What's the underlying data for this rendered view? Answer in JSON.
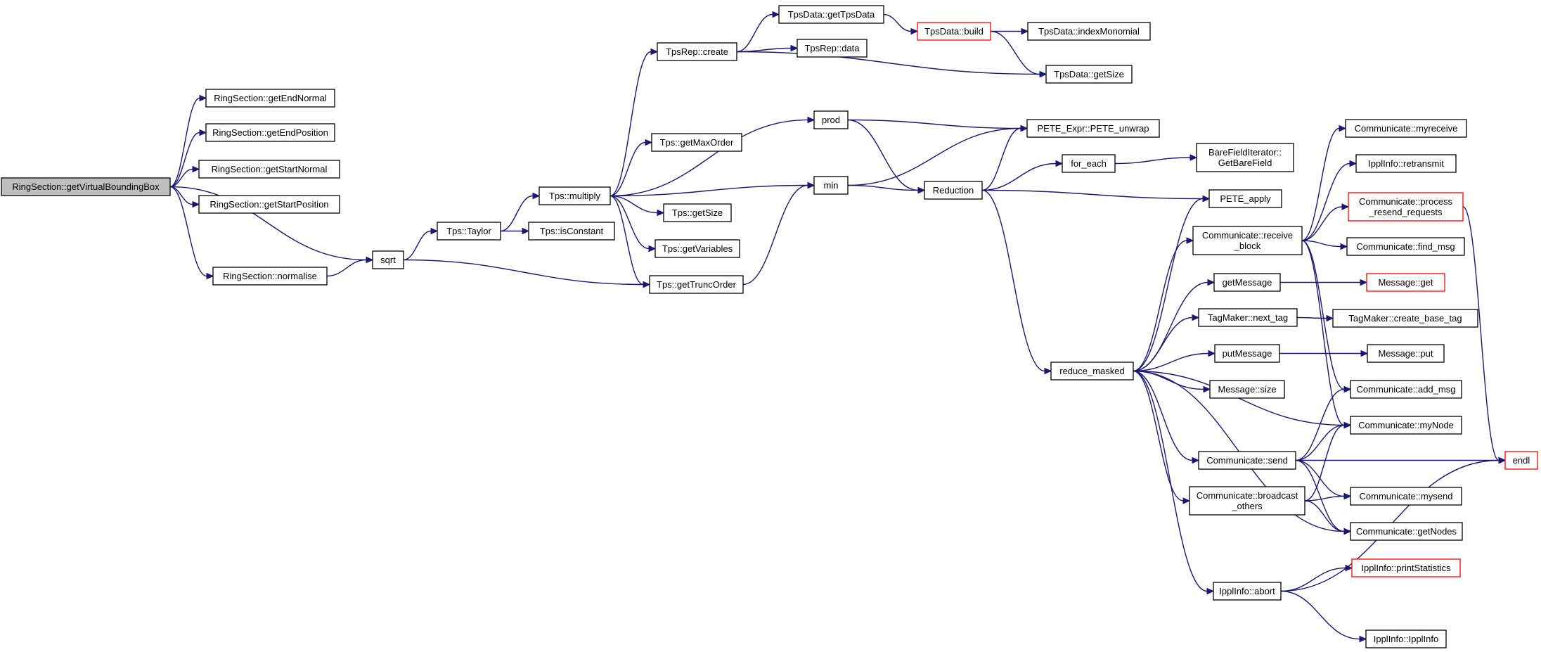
{
  "graph": {
    "colors": {
      "edge": "#191970",
      "node_border": "#000000",
      "truncated_border": "#ff0000",
      "root_fill": "#bfbfbf",
      "node_fill": "#ffffff"
    },
    "nodes": {
      "n1": {
        "lines": [
          "RingSection::getVirtualBoundingBox"
        ],
        "root": true
      },
      "n2": {
        "lines": [
          "RingSection::getEndNormal"
        ]
      },
      "n3": {
        "lines": [
          "RingSection::getEndPosition"
        ]
      },
      "n4": {
        "lines": [
          "RingSection::getStartNormal"
        ]
      },
      "n5": {
        "lines": [
          "RingSection::getStartPosition"
        ]
      },
      "n6": {
        "lines": [
          "RingSection::normalise"
        ]
      },
      "n7": {
        "lines": [
          "sqrt"
        ]
      },
      "n8": {
        "lines": [
          "Tps::Taylor"
        ]
      },
      "n9": {
        "lines": [
          "Tps::multiply"
        ]
      },
      "n10": {
        "lines": [
          "Tps::isConstant"
        ]
      },
      "n11": {
        "lines": [
          "TpsRep::create"
        ]
      },
      "n12": {
        "lines": [
          "Tps::getMaxOrder"
        ]
      },
      "n13": {
        "lines": [
          "Tps::getSize"
        ]
      },
      "n14": {
        "lines": [
          "Tps::getVariables"
        ]
      },
      "n15": {
        "lines": [
          "Tps::getTruncOrder"
        ]
      },
      "n16": {
        "lines": [
          "TpsData::getTpsData"
        ]
      },
      "n17": {
        "lines": [
          "TpsRep::data"
        ]
      },
      "n18": {
        "lines": [
          "TpsData::build"
        ],
        "truncated": true
      },
      "n19": {
        "lines": [
          "TpsData::indexMonomial"
        ]
      },
      "n20": {
        "lines": [
          "TpsData::getSize"
        ]
      },
      "n21": {
        "lines": [
          "prod"
        ]
      },
      "n22": {
        "lines": [
          "min"
        ]
      },
      "n23": {
        "lines": [
          "Reduction"
        ]
      },
      "n24": {
        "lines": [
          "PETE_Expr::PETE_unwrap"
        ]
      },
      "n25": {
        "lines": [
          "for_each"
        ]
      },
      "n26": {
        "lines": [
          "BareFieldIterator::",
          "GetBareField"
        ]
      },
      "n27": {
        "lines": [
          "PETE_apply"
        ]
      },
      "n28": {
        "lines": [
          "reduce_masked"
        ]
      },
      "n29": {
        "lines": [
          "Communicate::receive",
          "_block"
        ]
      },
      "n30": {
        "lines": [
          "getMessage"
        ]
      },
      "n31": {
        "lines": [
          "TagMaker::next_tag"
        ]
      },
      "n32": {
        "lines": [
          "putMessage"
        ]
      },
      "n33": {
        "lines": [
          "Message::size"
        ]
      },
      "n34": {
        "lines": [
          "Communicate::send"
        ]
      },
      "n35": {
        "lines": [
          "Communicate::broadcast",
          "_others"
        ]
      },
      "n36": {
        "lines": [
          "IpplInfo::abort"
        ]
      },
      "n37": {
        "lines": [
          "Communicate::myreceive"
        ]
      },
      "n38": {
        "lines": [
          "IpplInfo::retransmit"
        ]
      },
      "n39": {
        "lines": [
          "Communicate::process",
          "_resend_requests"
        ],
        "truncated": true
      },
      "n40": {
        "lines": [
          "Communicate::find_msg"
        ]
      },
      "n41": {
        "lines": [
          "Message::get"
        ],
        "truncated": true
      },
      "n42": {
        "lines": [
          "TagMaker::create_base_tag"
        ]
      },
      "n43": {
        "lines": [
          "Message::put"
        ]
      },
      "n44": {
        "lines": [
          "Communicate::add_msg"
        ]
      },
      "n45": {
        "lines": [
          "Communicate::myNode"
        ]
      },
      "n46": {
        "lines": [
          "endl"
        ],
        "truncated": true
      },
      "n47": {
        "lines": [
          "Communicate::mysend"
        ]
      },
      "n48": {
        "lines": [
          "Communicate::getNodes"
        ]
      },
      "n49": {
        "lines": [
          "IpplInfo::printStatistics"
        ],
        "truncated": true
      },
      "n50": {
        "lines": [
          "IpplInfo::IpplInfo"
        ]
      }
    },
    "edges": [
      [
        "n1",
        "n2"
      ],
      [
        "n1",
        "n3"
      ],
      [
        "n1",
        "n4"
      ],
      [
        "n1",
        "n5"
      ],
      [
        "n1",
        "n6"
      ],
      [
        "n1",
        "n7"
      ],
      [
        "n6",
        "n7"
      ],
      [
        "n7",
        "n8"
      ],
      [
        "n7",
        "n15"
      ],
      [
        "n8",
        "n9"
      ],
      [
        "n8",
        "n10"
      ],
      [
        "n9",
        "n11"
      ],
      [
        "n9",
        "n12"
      ],
      [
        "n9",
        "n13"
      ],
      [
        "n9",
        "n14"
      ],
      [
        "n9",
        "n15"
      ],
      [
        "n9",
        "n21"
      ],
      [
        "n9",
        "n22"
      ],
      [
        "n11",
        "n16"
      ],
      [
        "n11",
        "n17"
      ],
      [
        "n11",
        "n20"
      ],
      [
        "n16",
        "n18"
      ],
      [
        "n18",
        "n19"
      ],
      [
        "n18",
        "n20"
      ],
      [
        "n15",
        "n22"
      ],
      [
        "n21",
        "n23"
      ],
      [
        "n21",
        "n24"
      ],
      [
        "n22",
        "n23"
      ],
      [
        "n22",
        "n24"
      ],
      [
        "n23",
        "n24"
      ],
      [
        "n23",
        "n25"
      ],
      [
        "n23",
        "n27"
      ],
      [
        "n23",
        "n28"
      ],
      [
        "n25",
        "n26"
      ],
      [
        "n28",
        "n27"
      ],
      [
        "n28",
        "n29"
      ],
      [
        "n28",
        "n30"
      ],
      [
        "n28",
        "n31"
      ],
      [
        "n28",
        "n32"
      ],
      [
        "n28",
        "n33"
      ],
      [
        "n28",
        "n34"
      ],
      [
        "n28",
        "n35"
      ],
      [
        "n28",
        "n36"
      ],
      [
        "n28",
        "n45"
      ],
      [
        "n28",
        "n48"
      ],
      [
        "n29",
        "n37"
      ],
      [
        "n29",
        "n38"
      ],
      [
        "n29",
        "n39"
      ],
      [
        "n29",
        "n40"
      ],
      [
        "n29",
        "n44"
      ],
      [
        "n29",
        "n45"
      ],
      [
        "n39",
        "n46"
      ],
      [
        "n30",
        "n41"
      ],
      [
        "n31",
        "n42"
      ],
      [
        "n32",
        "n43"
      ],
      [
        "n34",
        "n44"
      ],
      [
        "n34",
        "n45"
      ],
      [
        "n34",
        "n46"
      ],
      [
        "n34",
        "n47"
      ],
      [
        "n34",
        "n48"
      ],
      [
        "n35",
        "n45"
      ],
      [
        "n35",
        "n47"
      ],
      [
        "n35",
        "n48"
      ],
      [
        "n36",
        "n46"
      ],
      [
        "n36",
        "n49"
      ],
      [
        "n36",
        "n50"
      ]
    ]
  }
}
